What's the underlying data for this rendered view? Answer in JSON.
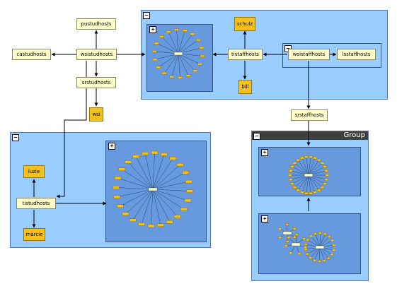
{
  "nodes": {
    "pustudhosts": "pustudhosts",
    "castudhosts": "castudhosts",
    "wsistudhosts": "wsistudhosts",
    "srstudhosts": "srstudhosts",
    "wsi": "wsi",
    "schulz": "schulz",
    "tistaffhosts": "tistaffhosts",
    "bill": "bill",
    "wsistaffhosts": "wsistaffhosts",
    "lsstaffhosts": "lsstaffhosts",
    "srstaffhosts": "srstaffhosts",
    "luzie": "luzie",
    "tistudhosts": "tistudhosts",
    "marcie": "marcie"
  },
  "group_title": "Group",
  "toggles": {
    "expand": "+",
    "collapse": "−"
  },
  "colors": {
    "group_fill": "#99ccff",
    "inner_fill": "#6699dd",
    "node_fill": "#ffffcc",
    "gold_node_fill": "#f5c018",
    "edge": "#000000",
    "header": "#404040"
  }
}
